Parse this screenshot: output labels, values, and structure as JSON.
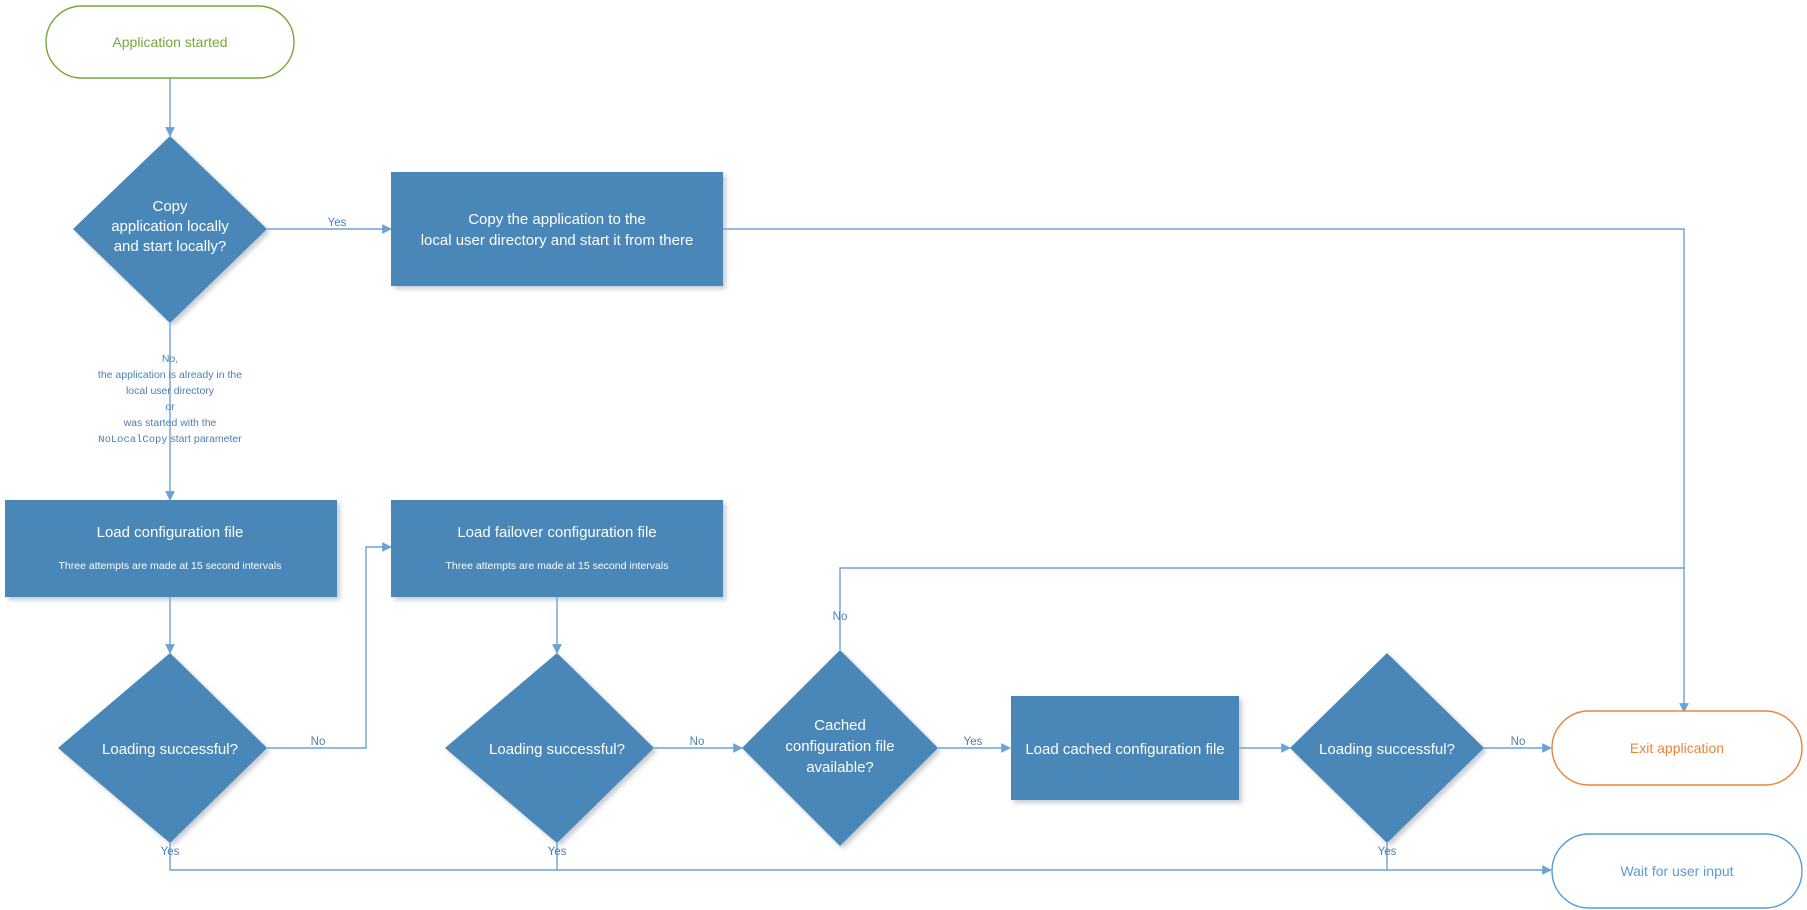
{
  "diagram": {
    "title": "Application startup configuration loading flowchart",
    "colors": {
      "node_fill": "#4a87b9",
      "edge": "#6ba3d6",
      "start_accent": "#76a839",
      "exit_accent": "#e8853a",
      "wait_accent": "#5b9bd5",
      "label_text": "#4a7fb5"
    },
    "nodes": {
      "start": {
        "label": "Application started",
        "shape": "terminator"
      },
      "decide_copy": {
        "shape": "decision",
        "line1": "Copy",
        "line2": "application locally",
        "line3": "and start locally?"
      },
      "copy_process": {
        "shape": "process",
        "line1": "Copy the application to the",
        "line2": "local user directory and start it from there"
      },
      "load_config": {
        "shape": "process",
        "label": "Load configuration file",
        "sub": "Three attempts are made at 15 second intervals"
      },
      "load_failover": {
        "shape": "process",
        "label": "Load failover configuration file",
        "sub": "Three attempts are made at 15 second intervals"
      },
      "decide_load1": {
        "shape": "decision",
        "label": "Loading successful?"
      },
      "decide_load2": {
        "shape": "decision",
        "label": "Loading successful?"
      },
      "decide_cached": {
        "shape": "decision",
        "line1": "Cached",
        "line2": "configuration file",
        "line3": "available?"
      },
      "load_cached": {
        "shape": "process",
        "label": "Load cached configuration file"
      },
      "decide_load3": {
        "shape": "decision",
        "label": "Loading successful?"
      },
      "exit_app": {
        "label": "Exit application",
        "shape": "terminator"
      },
      "wait_input": {
        "label": "Wait for user input",
        "shape": "terminator"
      }
    },
    "edge_labels": {
      "copy_yes": "Yes",
      "load1_no": "No",
      "load1_yes": "Yes",
      "load2_no": "No",
      "load2_yes": "Yes",
      "cached_yes": "Yes",
      "cached_no": "No",
      "load3_no": "No",
      "load3_yes": "Yes"
    },
    "note_no_branch": {
      "line1": "No,",
      "line2": "the application is already in the",
      "line3": "local user directory",
      "line4": "or",
      "line5": "was started with the",
      "line6_mono": "NoLocalCopy",
      "line6_rest": " start parameter"
    }
  }
}
